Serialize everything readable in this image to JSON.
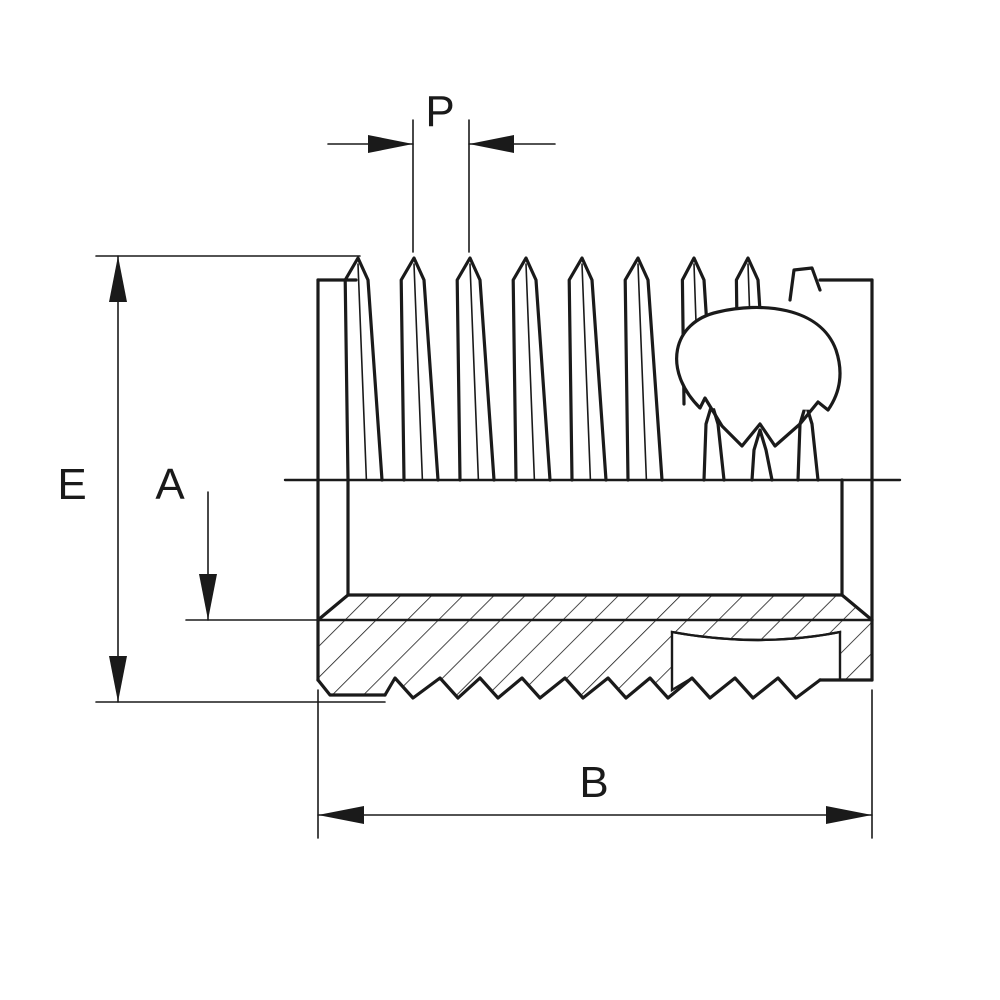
{
  "dimensions": {
    "pitch_label": "P",
    "outer_diameter_label": "E",
    "inner_thread_label": "A",
    "length_label": "B"
  },
  "colors": {
    "line": "#1a1a1a",
    "background": "#ffffff"
  }
}
